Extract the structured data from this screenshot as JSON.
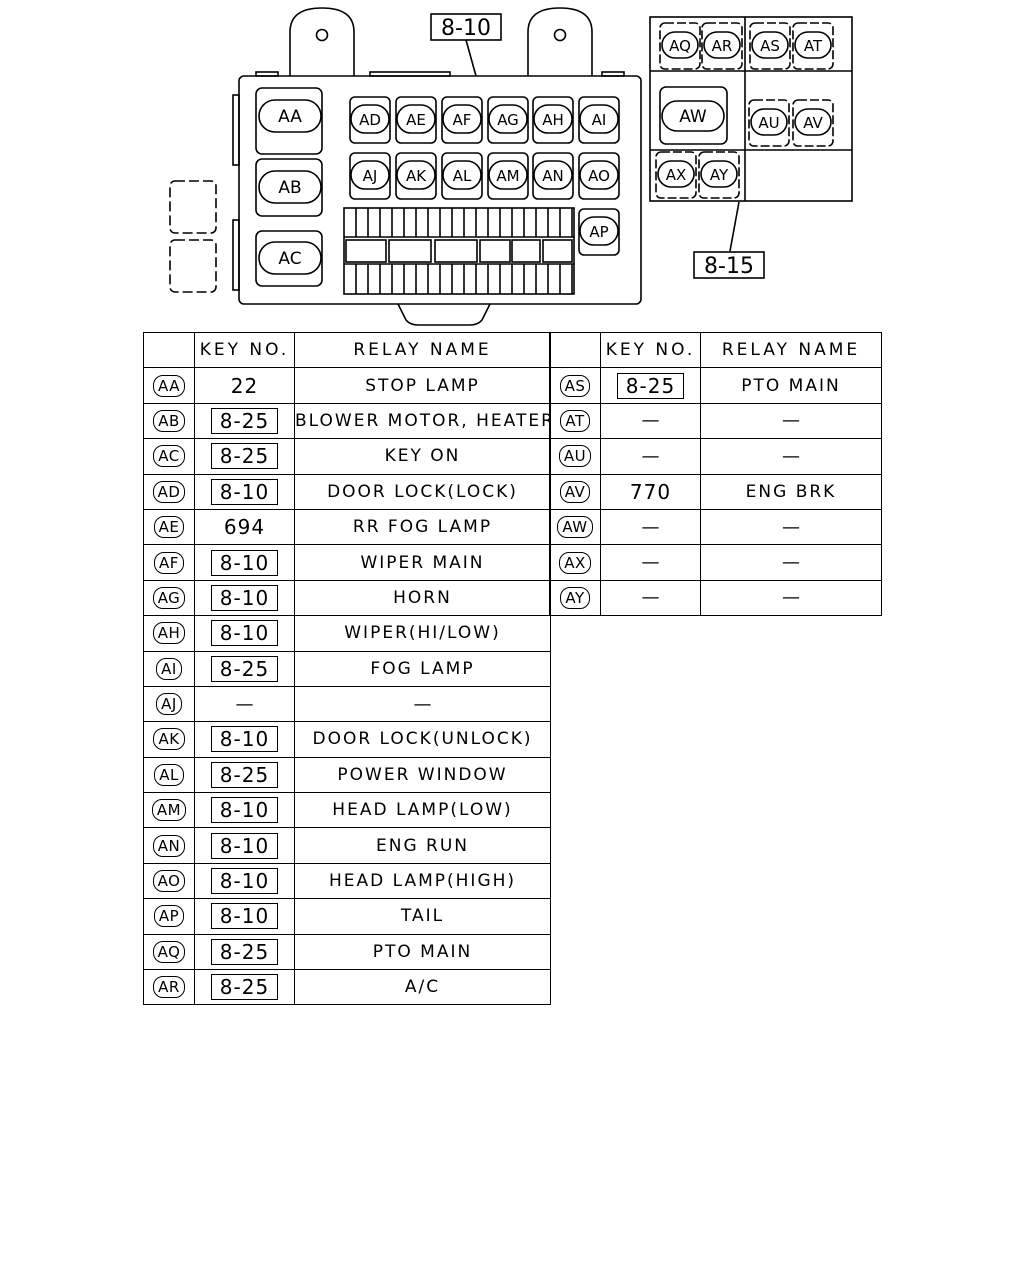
{
  "callouts": {
    "main_box_ref": "8-10",
    "sub_box_ref": "8-15"
  },
  "main_box": {
    "large_relays": [
      "AA",
      "AB",
      "AC"
    ],
    "top_row": [
      "AD",
      "AE",
      "AF",
      "AG",
      "AH",
      "AI"
    ],
    "middle_row": [
      "AJ",
      "AK",
      "AL",
      "AM",
      "AN",
      "AO"
    ],
    "side": [
      "AP"
    ]
  },
  "sub_box": {
    "top": [
      "AQ",
      "AR",
      "AS",
      "AT"
    ],
    "large": [
      "AW"
    ],
    "mid": [
      "AU",
      "AV"
    ],
    "bottom": [
      "AX",
      "AY"
    ]
  },
  "table_headers": {
    "key_no": "KEY NO.",
    "relay_name": "RELAY NAME"
  },
  "left_table": [
    {
      "code": "AA",
      "key": "22",
      "key_style": "plain",
      "name": "STOP LAMP"
    },
    {
      "code": "AB",
      "key": "8-25",
      "key_style": "ref",
      "name": "BLOWER MOTOR, HEATER"
    },
    {
      "code": "AC",
      "key": "8-25",
      "key_style": "ref",
      "name": "KEY ON"
    },
    {
      "code": "AD",
      "key": "8-10",
      "key_style": "ref",
      "name": "DOOR LOCK(LOCK)"
    },
    {
      "code": "AE",
      "key": "694",
      "key_style": "plain",
      "name": "RR FOG LAMP"
    },
    {
      "code": "AF",
      "key": "8-10",
      "key_style": "ref",
      "name": "WIPER MAIN"
    },
    {
      "code": "AG",
      "key": "8-10",
      "key_style": "ref",
      "name": "HORN"
    },
    {
      "code": "AH",
      "key": "8-10",
      "key_style": "ref",
      "name": "WIPER(HI/LOW)"
    },
    {
      "code": "AI",
      "key": "8-25",
      "key_style": "ref",
      "name": "FOG LAMP"
    },
    {
      "code": "AJ",
      "key": "—",
      "key_style": "dash",
      "name": "—"
    },
    {
      "code": "AK",
      "key": "8-10",
      "key_style": "ref",
      "name": "DOOR LOCK(UNLOCK)"
    },
    {
      "code": "AL",
      "key": "8-25",
      "key_style": "ref",
      "name": "POWER WINDOW"
    },
    {
      "code": "AM",
      "key": "8-10",
      "key_style": "ref",
      "name": "HEAD LAMP(LOW)"
    },
    {
      "code": "AN",
      "key": "8-10",
      "key_style": "ref",
      "name": "ENG RUN"
    },
    {
      "code": "AO",
      "key": "8-10",
      "key_style": "ref",
      "name": "HEAD LAMP(HIGH)"
    },
    {
      "code": "AP",
      "key": "8-10",
      "key_style": "ref",
      "name": "TAIL"
    },
    {
      "code": "AQ",
      "key": "8-25",
      "key_style": "ref",
      "name": "PTO MAIN"
    },
    {
      "code": "AR",
      "key": "8-25",
      "key_style": "ref",
      "name": "A/C"
    }
  ],
  "right_table": [
    {
      "code": "AS",
      "key": "8-25",
      "key_style": "ref",
      "name": "PTO MAIN"
    },
    {
      "code": "AT",
      "key": "—",
      "key_style": "dash",
      "name": "—"
    },
    {
      "code": "AU",
      "key": "—",
      "key_style": "dash",
      "name": "—"
    },
    {
      "code": "AV",
      "key": "770",
      "key_style": "plain",
      "name": "ENG BRK"
    },
    {
      "code": "AW",
      "key": "—",
      "key_style": "dash",
      "name": "—"
    },
    {
      "code": "AX",
      "key": "—",
      "key_style": "dash",
      "name": "—"
    },
    {
      "code": "AY",
      "key": "—",
      "key_style": "dash",
      "name": "—"
    }
  ]
}
